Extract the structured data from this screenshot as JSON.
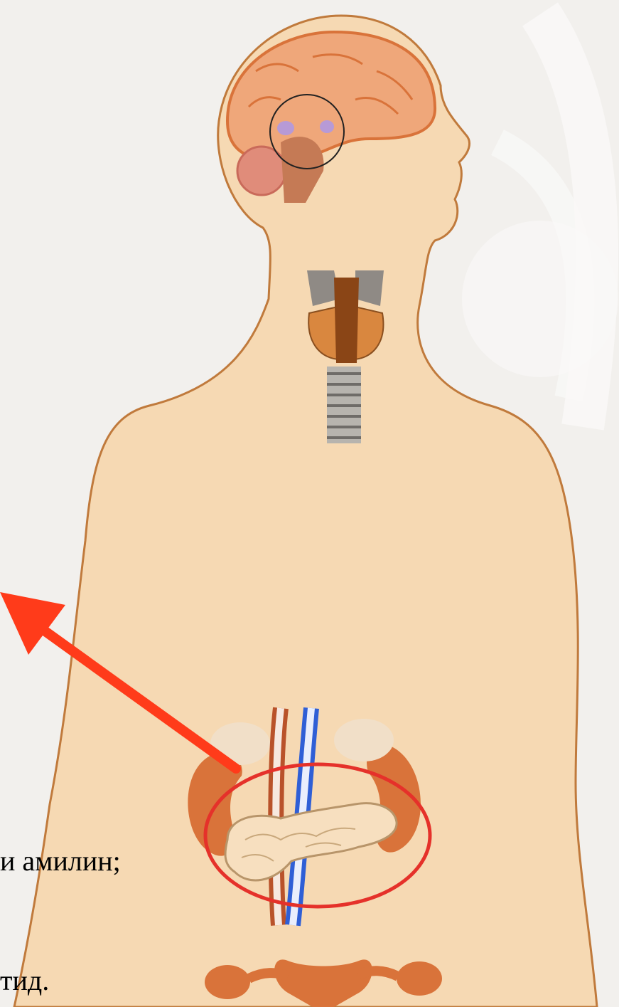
{
  "captions": {
    "line1": "и амилин;",
    "line2": "тид."
  },
  "figure": {
    "organs": [
      "brain",
      "pituitary",
      "cerebellum",
      "thyroid",
      "trachea",
      "kidneys",
      "aorta",
      "vena-cava",
      "pancreas",
      "uterus"
    ],
    "highlighted_organ": "pancreas"
  },
  "colors": {
    "skin": "#f6d9b3",
    "outline": "#c07a3c",
    "organ": "#d9733a",
    "highlight": "#e5312a",
    "arrow": "#ff3b1a",
    "background": "#f3f1ee"
  }
}
